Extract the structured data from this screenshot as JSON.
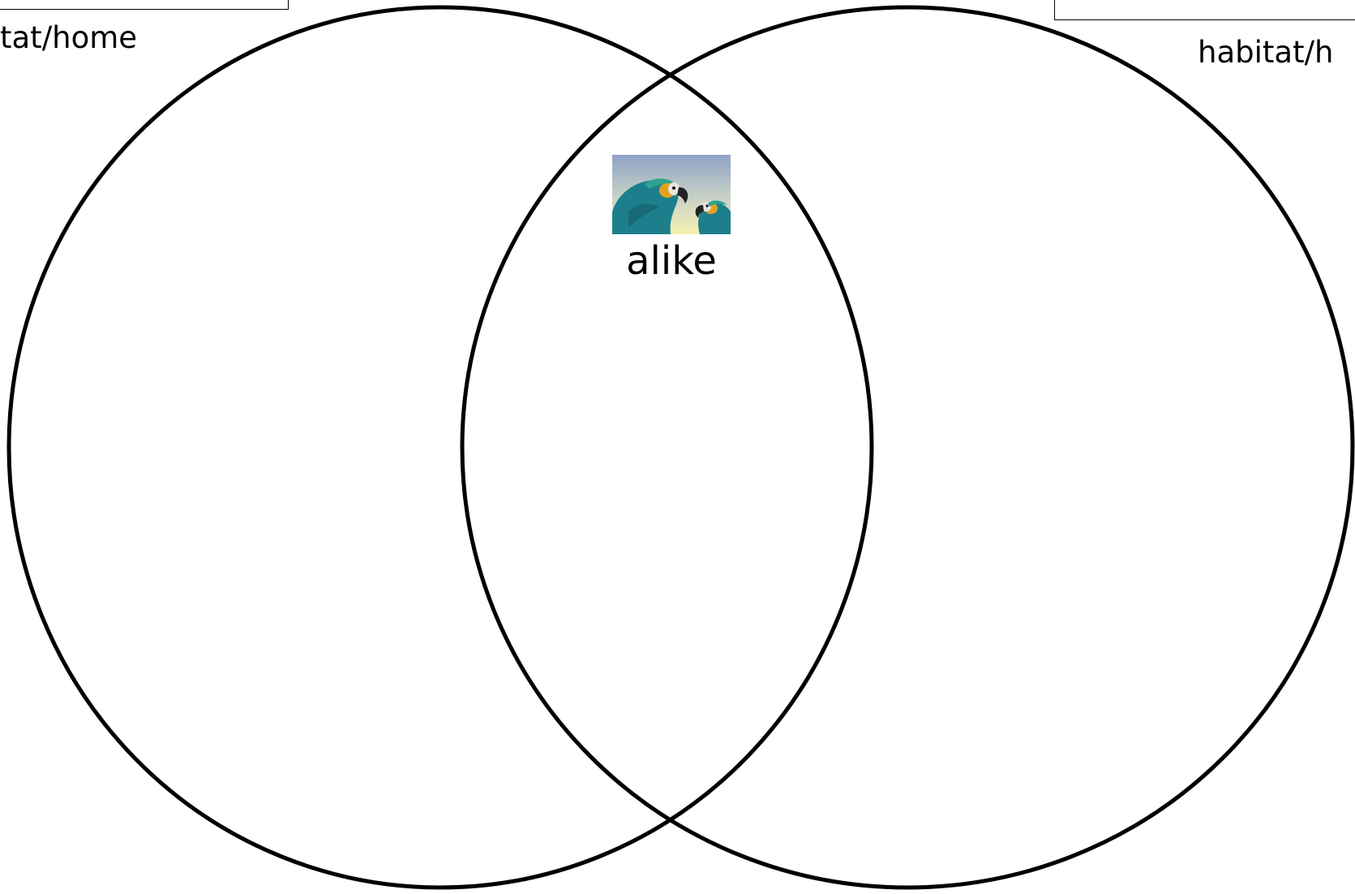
{
  "diagram": {
    "type": "venn",
    "left_set_label": "tat/home",
    "right_set_label": "habitat/h",
    "overlap_label": "alike",
    "overlap_image": "two-parrots-image"
  },
  "colors": {
    "stroke": "#000000",
    "background": "#ffffff",
    "sky_top": "#8ea3c6",
    "sky_bottom": "#f6f0b0",
    "parrot_teal": "#1d7f8c",
    "parrot_gold": "#e0a21c"
  }
}
